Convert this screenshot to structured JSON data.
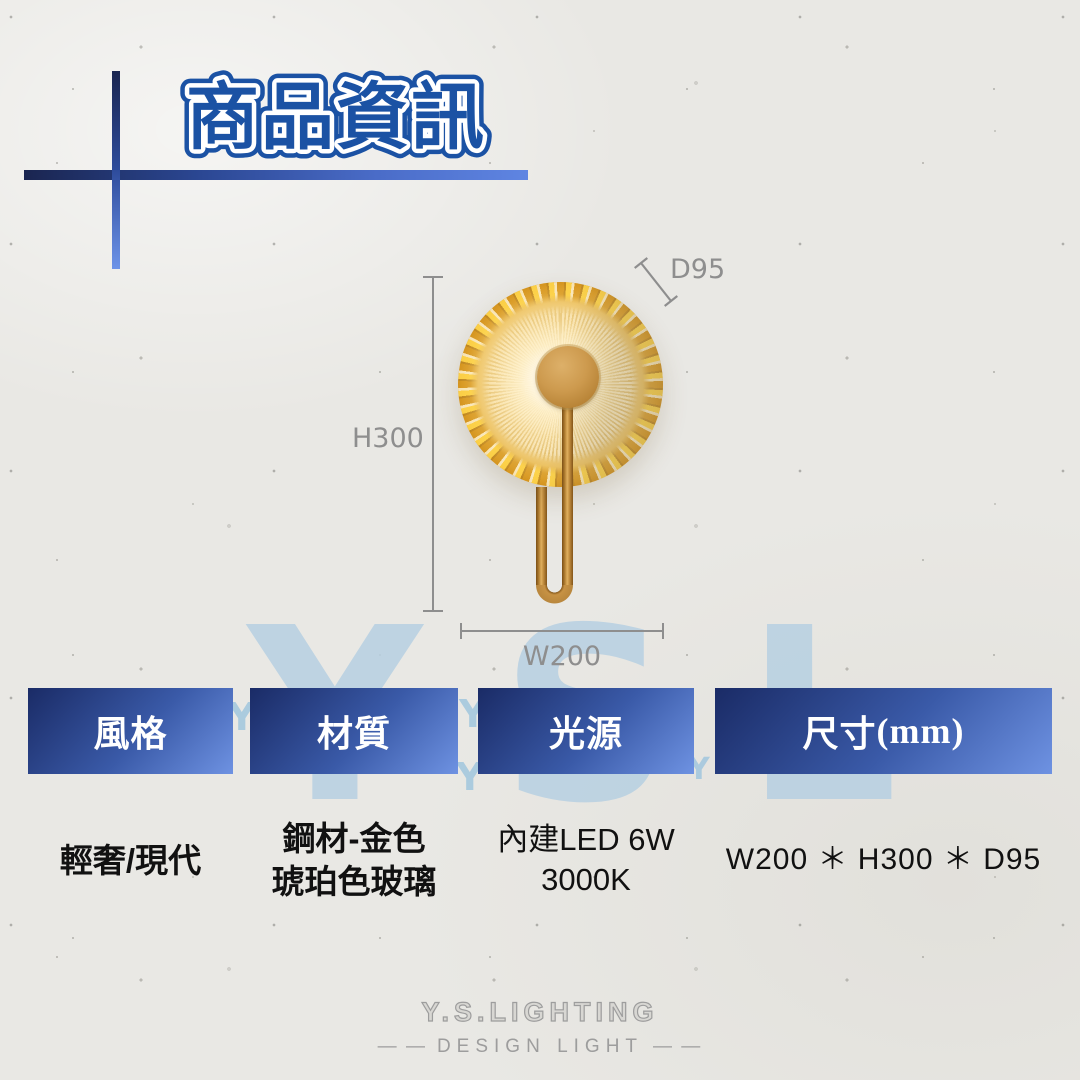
{
  "title": "商品資訊",
  "watermark": {
    "letter1": "Y",
    "letter2": "S",
    "letter3": "L",
    "small_mark": "Y"
  },
  "diagram": {
    "height_label": "H300",
    "width_label": "W200",
    "depth_label": "D95"
  },
  "specs": [
    {
      "header": "風格",
      "line1": "輕奢/現代"
    },
    {
      "header": "材質",
      "line1": "鋼材-金色",
      "line2": "琥珀色玻璃"
    },
    {
      "header": "光源",
      "line1": "內建LED 6W",
      "line2": "3000K"
    },
    {
      "header": "尺寸",
      "header_suffix": "(mm)",
      "line1": "W200 ＊ H300 ＊ D95"
    }
  ],
  "footer": {
    "brand": "Y.S.LIGHTING",
    "dash_left": "— —",
    "tagline": "DESIGN LIGHT",
    "dash_right": "— —"
  },
  "colors": {
    "title_blue": "#1b52a4",
    "header_gradient_dark": "#1a2b66",
    "header_gradient_light": "#6e92e2",
    "accent_bar_dark": "#1a2550",
    "accent_bar_light": "#6d93e8",
    "watermark_blue": "#b7d0e2",
    "dimension_gray": "#8e8e8e",
    "text_black": "#111111",
    "brass_gold": "#b9873d",
    "amber_glass": "#e9ab30",
    "paper_background": "#e9e8e4"
  }
}
